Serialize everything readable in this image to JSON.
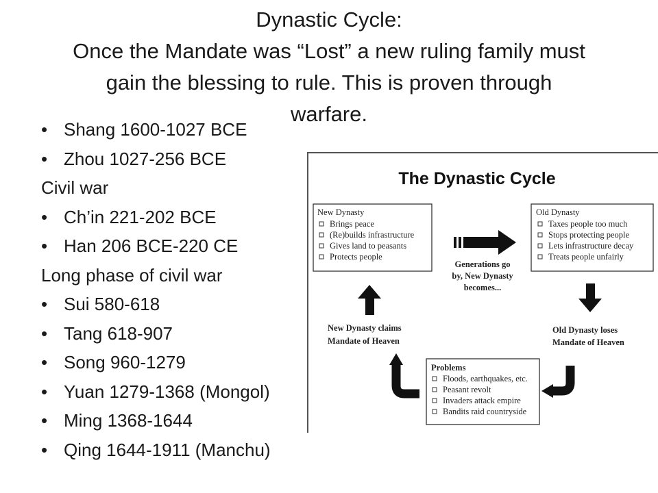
{
  "title": {
    "line1": "Dynastic Cycle:",
    "line2": "Once the Mandate was “Lost” a new ruling family must",
    "line3": "gain the blessing to rule. This is proven through",
    "line4": "warfare."
  },
  "list_items": [
    {
      "text": "Shang 1600-1027 BCE",
      "bullet": true
    },
    {
      "text": "Zhou 1027-256 BCE",
      "bullet": true
    },
    {
      "text": "Civil war",
      "bullet": false
    },
    {
      "text": "Ch’in 221-202 BCE",
      "bullet": true
    },
    {
      "text": "Han 206 BCE-220 CE",
      "bullet": true
    },
    {
      "text": "Long phase of civil war",
      "bullet": false
    },
    {
      "text": "Sui 580-618",
      "bullet": true
    },
    {
      "text": "Tang 618-907",
      "bullet": true
    },
    {
      "text": "Song 960-1279",
      "bullet": true
    },
    {
      "text": "Yuan 1279-1368 (Mongol)",
      "bullet": true
    },
    {
      "text": "Ming 1368-1644",
      "bullet": true
    },
    {
      "text": "Qing 1644-1911 (Manchu)",
      "bullet": true
    }
  ],
  "diagram": {
    "title": "The Dynastic Cycle",
    "new_dynasty": {
      "heading": "New Dynasty",
      "items": [
        "Brings peace",
        "(Re)builds infrastructure",
        "Gives land to peasants",
        "Protects people"
      ]
    },
    "old_dynasty": {
      "heading": "Old Dynasty",
      "items": [
        "Taxes people too much",
        "Stops protecting people",
        "Lets infrastructure decay",
        "Treats people unfairly"
      ]
    },
    "problems": {
      "heading": "Problems",
      "items": [
        "Floods, earthquakes, etc.",
        "Peasant revolt",
        "Invaders attack empire",
        "Bandits raid countryside"
      ]
    },
    "generations": {
      "line1": "Generations go",
      "line2": "by, New Dynasty",
      "line3": "becomes..."
    },
    "new_claims": {
      "line1": "New Dynasty claims",
      "line2": "Mandate of Heaven"
    },
    "old_loses": {
      "line1": "Old Dynasty loses",
      "line2": "Mandate of Heaven"
    },
    "colors": {
      "arrow": "#111111",
      "box_border": "#333333",
      "text": "#222222"
    }
  }
}
